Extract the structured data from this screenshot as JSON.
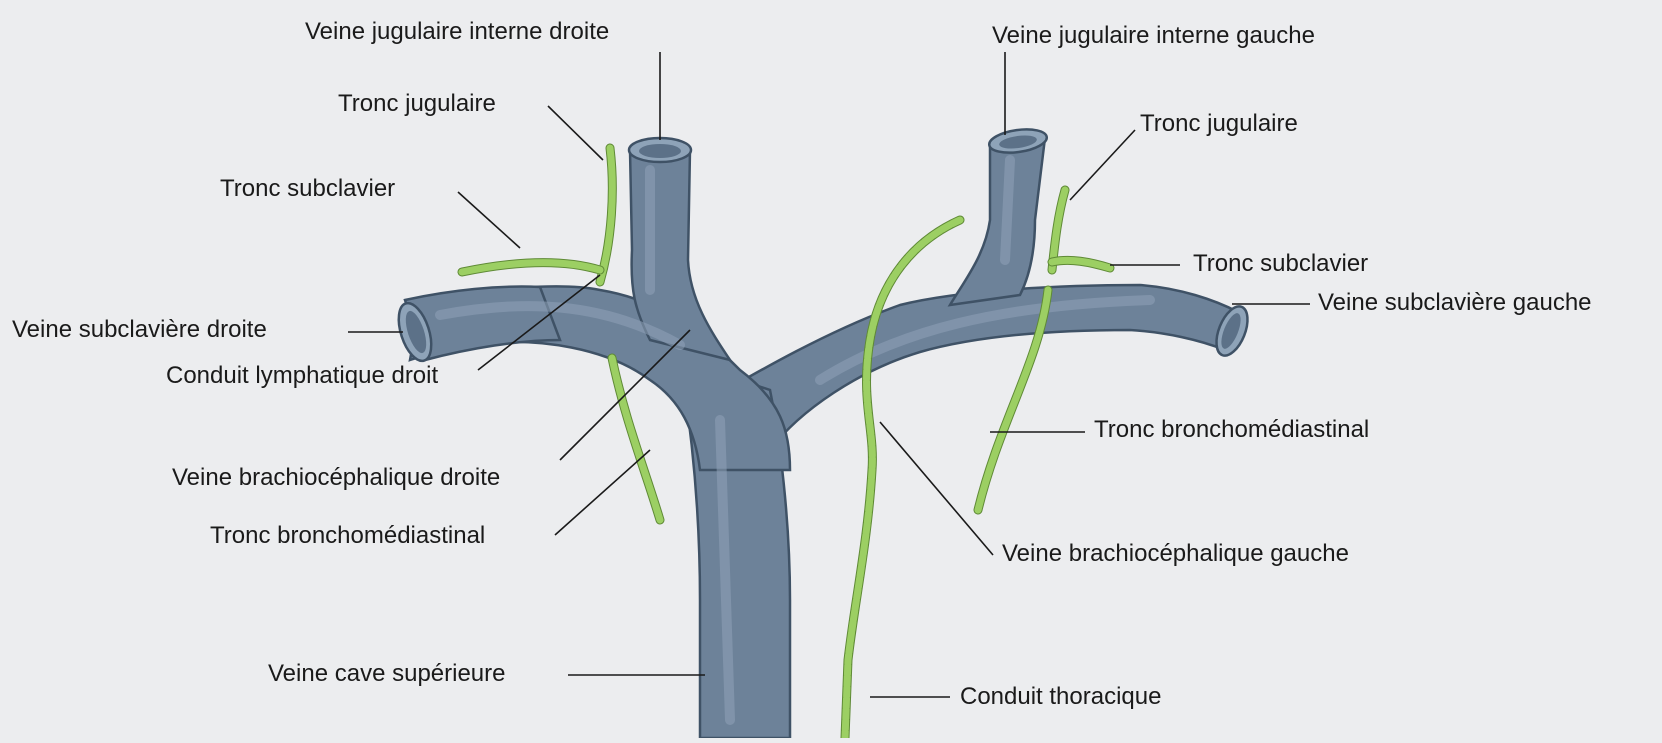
{
  "labels": {
    "right_internal_jugular": "Veine jugulaire interne droite",
    "right_jugular_trunk": "Tronc jugulaire",
    "right_subclavian_trunk": "Tronc subclavier",
    "right_subclavian_vein": "Veine subclavière droite",
    "right_lymphatic_duct": "Conduit lymphatique droit",
    "right_brachiocephalic_vein": "Veine brachiocéphalique droite",
    "right_bronchomediastinal_trunk": "Tronc bronchomédiastinal",
    "superior_vena_cava": "Veine cave supérieure",
    "left_internal_jugular": "Veine jugulaire interne gauche",
    "left_jugular_trunk": "Tronc jugulaire",
    "left_subclavian_trunk": "Tronc subclavier",
    "left_subclavian_vein": "Veine subclavière gauche",
    "left_bronchomediastinal_trunk": "Tronc bronchomédiastinal",
    "left_brachiocephalic_vein": "Veine brachiocéphalique gauche",
    "thoracic_duct": "Conduit thoracique"
  },
  "colors": {
    "vein": "#6d8299",
    "lymphatic": "#9ccf63",
    "background": "#ecedef"
  }
}
